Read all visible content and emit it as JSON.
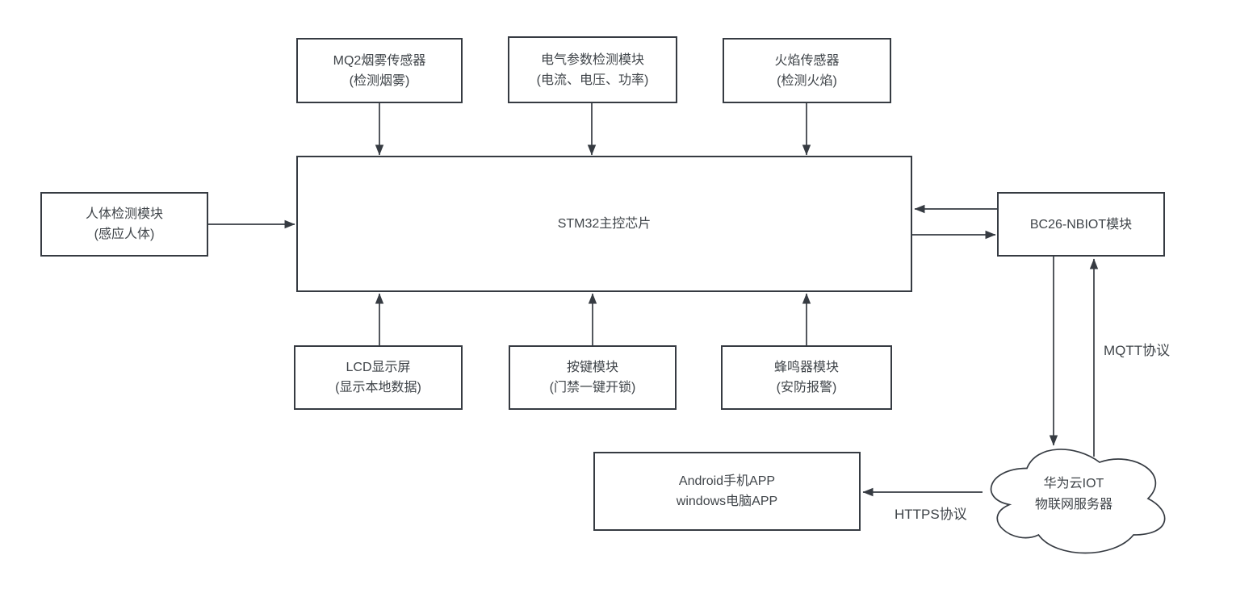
{
  "appearance": {
    "background": "#ffffff",
    "line_color": "#363b42",
    "text_color": "#3f4449",
    "node_fill": "#ffffff"
  },
  "nodes": {
    "mq2": {
      "title": "MQ2烟雾传感器",
      "subtitle": "(检测烟雾)"
    },
    "electrical": {
      "title": "电气参数检测模块",
      "subtitle": "(电流、电压、功率)"
    },
    "flame": {
      "title": "火焰传感器",
      "subtitle": "(检测火焰)"
    },
    "human": {
      "title": "人体检测模块",
      "subtitle": "(感应人体)"
    },
    "stm32": {
      "title": "STM32主控芯片"
    },
    "bc26": {
      "title": "BC26-NBIOT模块"
    },
    "lcd": {
      "title": "LCD显示屏",
      "subtitle": "(显示本地数据)"
    },
    "keys": {
      "title": "按键模块",
      "subtitle": "(门禁一键开锁)"
    },
    "buzzer": {
      "title": "蜂鸣器模块",
      "subtitle": "(安防报警)"
    },
    "app": {
      "title": "Android手机APP",
      "subtitle": "windows电脑APP"
    },
    "cloud": {
      "title": "华为云IOT",
      "subtitle": "物联网服务器"
    }
  },
  "edges": [
    {
      "from": "mq2",
      "to": "stm32",
      "direction": "down",
      "label": ""
    },
    {
      "from": "electrical",
      "to": "stm32",
      "direction": "down",
      "label": ""
    },
    {
      "from": "flame",
      "to": "stm32",
      "direction": "down",
      "label": ""
    },
    {
      "from": "human",
      "to": "stm32",
      "direction": "right",
      "label": ""
    },
    {
      "from": "bc26",
      "to": "stm32",
      "direction": "left",
      "label": ""
    },
    {
      "from": "stm32",
      "to": "bc26",
      "direction": "right",
      "label": ""
    },
    {
      "from": "lcd",
      "to": "stm32",
      "direction": "up",
      "label": ""
    },
    {
      "from": "keys",
      "to": "stm32",
      "direction": "up",
      "label": ""
    },
    {
      "from": "buzzer",
      "to": "stm32",
      "direction": "up",
      "label": ""
    },
    {
      "from": "bc26",
      "to": "cloud",
      "direction": "down",
      "label": ""
    },
    {
      "from": "cloud",
      "to": "bc26",
      "direction": "up",
      "label": "MQTT协议"
    },
    {
      "from": "cloud",
      "to": "app",
      "direction": "left",
      "label": "HTTPS协议"
    }
  ]
}
